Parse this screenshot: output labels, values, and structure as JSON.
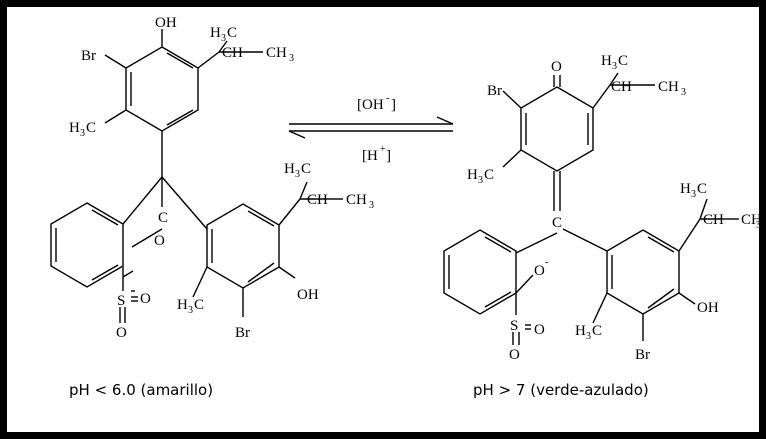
{
  "labels": {
    "oh": "OH",
    "br": "Br",
    "h3c_h": "H",
    "three": "3",
    "c": "C",
    "ch": "CH",
    "ch3_c": "CH",
    "o": "O",
    "s": "S",
    "o_minus": "O",
    "minus": "-",
    "plus": "+"
  },
  "reaction": {
    "forward_condition": "[OH",
    "forward_close": "]",
    "reverse_condition": "[H",
    "reverse_close": "]"
  },
  "captions": {
    "left": "pH < 6.0 (amarillo)",
    "right": "pH > 7 (verde-azulado)"
  },
  "colors": {
    "frame": "#000000",
    "background": "#ffffff"
  }
}
